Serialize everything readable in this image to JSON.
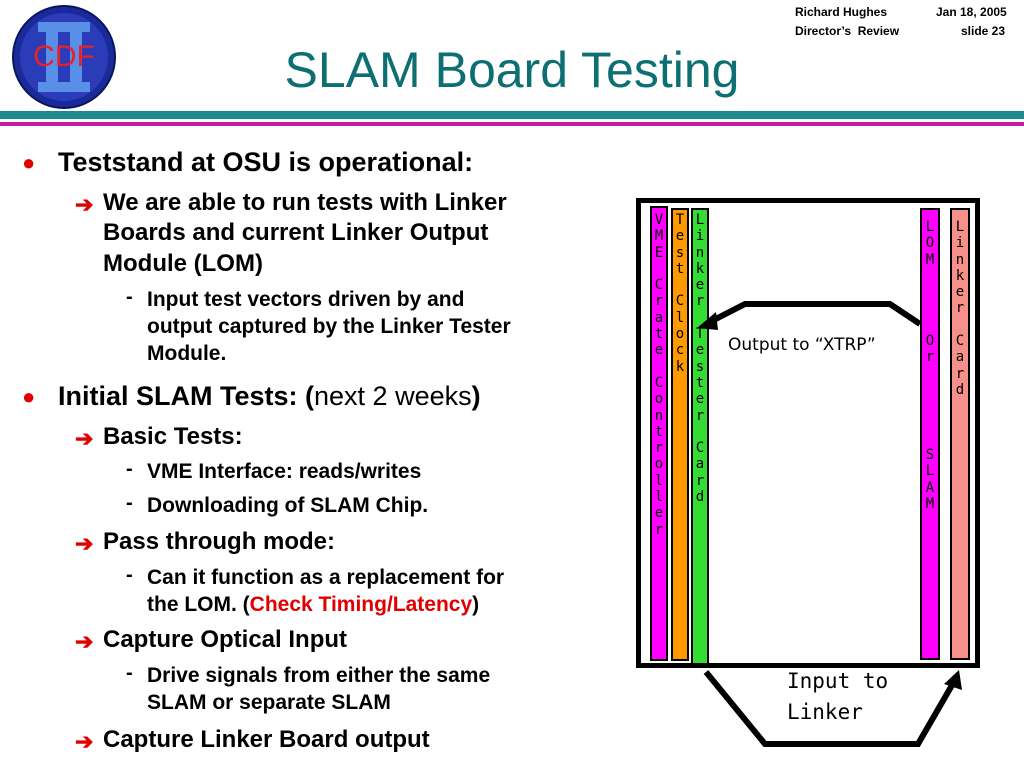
{
  "header": {
    "presenter": "Richard Hughes",
    "date": "Jan 18, 2005",
    "event": "Director’s  Review",
    "slide": "slide 23",
    "logo_text": "CDF"
  },
  "title": "SLAM Board Testing",
  "colors": {
    "title": "#0e6f73",
    "rule_teal": "#1f8a8c",
    "rule_magenta": "#c020a0",
    "bullet_red": "#e00000",
    "vme": "#ff00ff",
    "test_clock": "#ff9900",
    "linker_tester": "#33dd33",
    "lom": "#ff00ff",
    "linker_card": "#f5908a"
  },
  "bullets": [
    {
      "text": "Teststand at OSU is operational:",
      "sub": [
        {
          "text_lines": [
            "We are able to run tests with Linker",
            "Boards and current Linker Output",
            "Module (LOM)"
          ],
          "sub": [
            {
              "text_lines": [
                "Input test vectors driven by and",
                "output captured by the Linker Tester",
                "Module."
              ]
            }
          ]
        }
      ]
    },
    {
      "text_bold": "Initial SLAM Tests: (",
      "text_normal": "next 2 weeks",
      "text_close": ")",
      "sub": [
        {
          "text": "Basic Tests:",
          "sub": [
            {
              "text": "VME Interface: reads/writes"
            },
            {
              "text": "Downloading of SLAM Chip."
            }
          ]
        },
        {
          "text": "Pass through mode:",
          "sub": [
            {
              "line1": "Can it function as a replacement for",
              "line2_pre": "the LOM. (",
              "line2_red": "Check Timing/Latency",
              "line2_post": ")"
            }
          ]
        },
        {
          "text": "Capture Optical Input",
          "sub": [
            {
              "text_lines": [
                "Drive signals from either the same",
                "SLAM or separate SLAM"
              ]
            }
          ]
        },
        {
          "text": "Capture Linker Board output"
        }
      ]
    }
  ],
  "diagram": {
    "cards": {
      "vme": "V\nM\nE\n \nC\nr\na\nt\ne\n \nC\no\nn\nt\nr\no\nl\nl\ne\nr",
      "test_clock": "T\ne\ns\nt\n \nC\nl\no\nc\nk",
      "linker_tester": "L\ni\nn\nk\ne\nr\n \nT\ne\ns\nt\ne\nr\n \nC\na\nr\nd",
      "lom": "L\nO\nM\n \n \n \n \nO\nr\n \n \n \n \n \nS\nL\nA\nM",
      "linker_card": "L\ni\nn\nk\ne\nr\n \nC\na\nr\nd"
    },
    "output_label": "Output to “XTRP”",
    "input_label_lines": [
      "Input to",
      "Linker"
    ]
  }
}
